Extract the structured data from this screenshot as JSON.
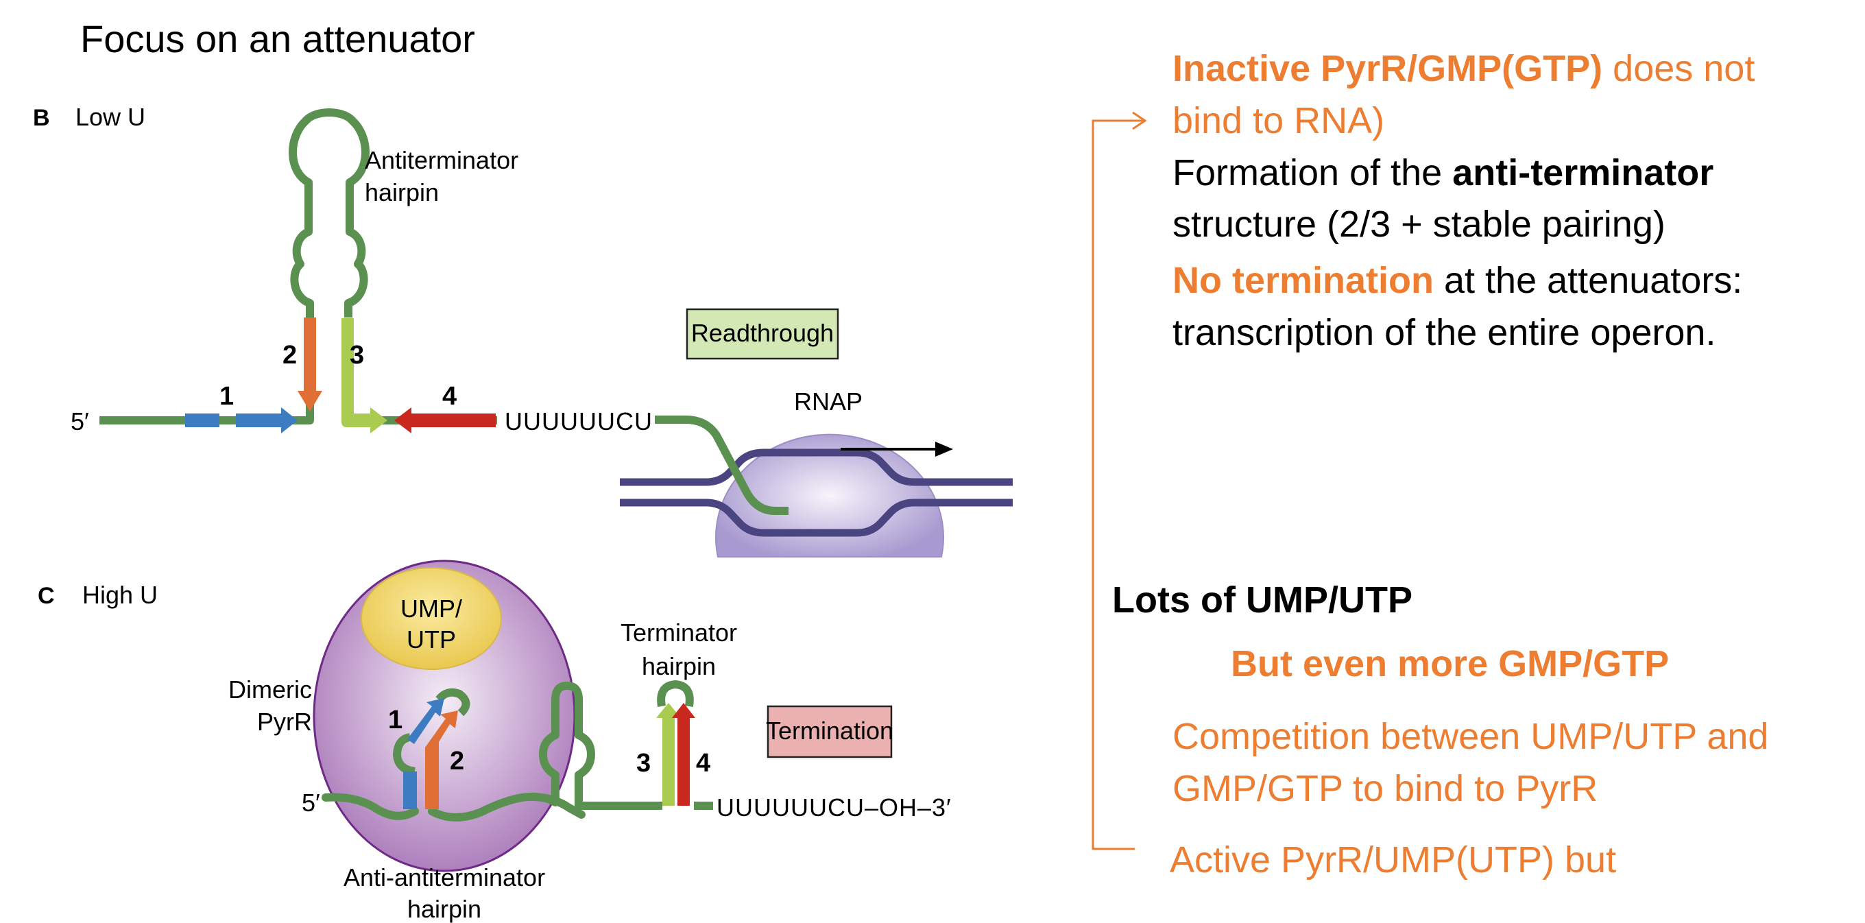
{
  "title": "Focus on an attenuator",
  "colors": {
    "rna_green": "#5B9150",
    "segment1_blue": "#3E7CC1",
    "segment2_orange": "#E06F35",
    "segment3_lightgreen": "#A9CB4F",
    "segment4_red": "#C9281E",
    "dna_navy": "#4A4580",
    "rnap_lavender": "#B6A9D6",
    "pyrr_purple": "#B58BC2",
    "ump_yellow": "#EFD35E",
    "readthrough_box": "#D4E8B5",
    "termination_box": "#EBB0B0",
    "accent_orange": "#ED7D31"
  },
  "panel_b": {
    "letter": "B",
    "label": "Low U",
    "five_prime": "5′",
    "hairpin_label_line1": "Antiterminator",
    "hairpin_label_line2": "hairpin",
    "segments": [
      "1",
      "2",
      "3",
      "4"
    ],
    "sequence": "UUUUUUCU",
    "rnap_label": "RNAP",
    "outcome_box": "Readthrough"
  },
  "panel_c": {
    "letter": "C",
    "label": "High U",
    "ligand_line1": "UMP/",
    "ligand_line2": "UTP",
    "protein_line1": "Dimeric",
    "protein_line2": "PyrR",
    "five_prime": "5′",
    "segments": [
      "1",
      "2",
      "3",
      "4"
    ],
    "bottom_label_line1": "Anti-antiterminator",
    "bottom_label_line2": "hairpin",
    "terminator_label_line1": "Terminator",
    "terminator_label_line2": "hairpin",
    "sequence": "UUUUUUCU–OH–3′",
    "outcome_box": "Termination"
  },
  "notes_top": {
    "line1_bold": "Inactive PyrR/GMP(GTP)",
    "line1_rest": " does not",
    "line2": "bind to RNA)",
    "line3_pre": "Formation of the ",
    "line3_bold": "anti-terminator",
    "line4": "structure (2/3 + stable pairing)",
    "line5_bold": "No termination",
    "line5_rest": " at the attenuators:",
    "line6": "transcription of the entire operon."
  },
  "notes_bottom": {
    "heading": "Lots of UMP/UTP",
    "subheading": "But even more GMP/GTP",
    "line1": "Competition between UMP/UTP and",
    "line2": "GMP/GTP to bind to PyrR",
    "line3": "Active PyrR/UMP(UTP) but"
  }
}
